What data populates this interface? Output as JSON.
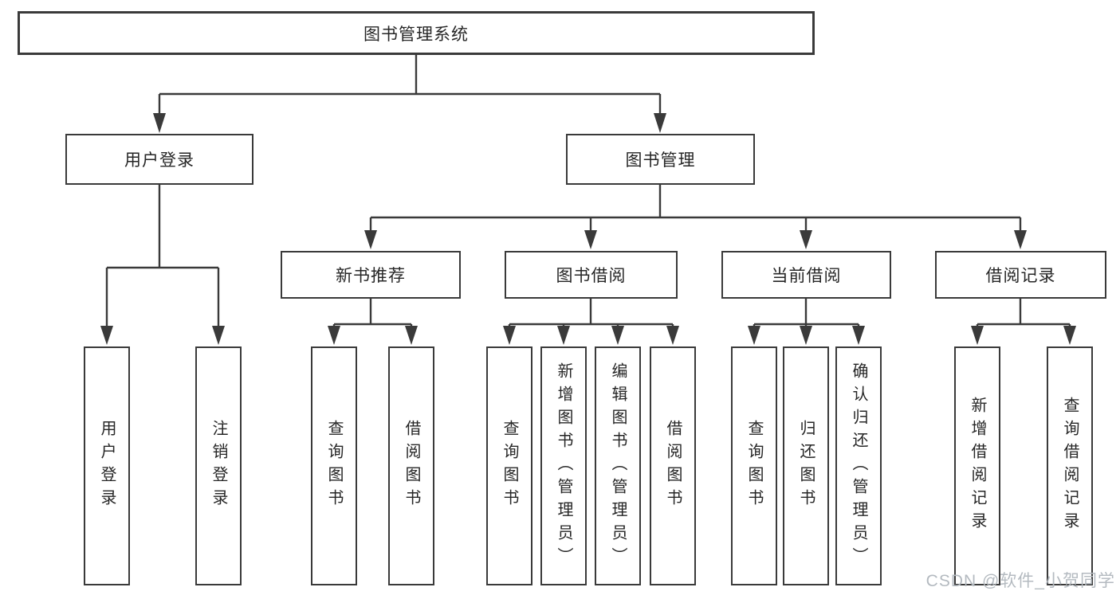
{
  "diagram": {
    "root": "图书管理系统",
    "level2": {
      "user_login": "用户登录",
      "book_mgmt": "图书管理"
    },
    "level3": {
      "new_book_rec": "新书推荐",
      "book_borrow": "图书借阅",
      "current_borrow": "当前借阅",
      "borrow_records": "借阅记录"
    },
    "leaves": {
      "login_user_login": "用户登录",
      "login_logout": "注销登录",
      "rec_query_books": "查询图书",
      "rec_borrow_books": "借阅图书",
      "bor_query_books": "查询图书",
      "bor_add_books": "新增图书（管理员）",
      "bor_edit_books": "编辑图书（管理员）",
      "bor_borrow_books": "借阅图书",
      "cur_query_books": "查询图书",
      "cur_return_books": "归还图书",
      "cur_confirm_return": "确认归还（管理员）",
      "hist_add_record": "新增借阅记录",
      "hist_query_record": "查询借阅记录"
    }
  },
  "watermark": "CSDN @软件_小贺同学",
  "colors": {
    "line": "#3a3a3a",
    "text": "#262626",
    "background": "#ffffff",
    "watermark": "#b4bac0"
  }
}
